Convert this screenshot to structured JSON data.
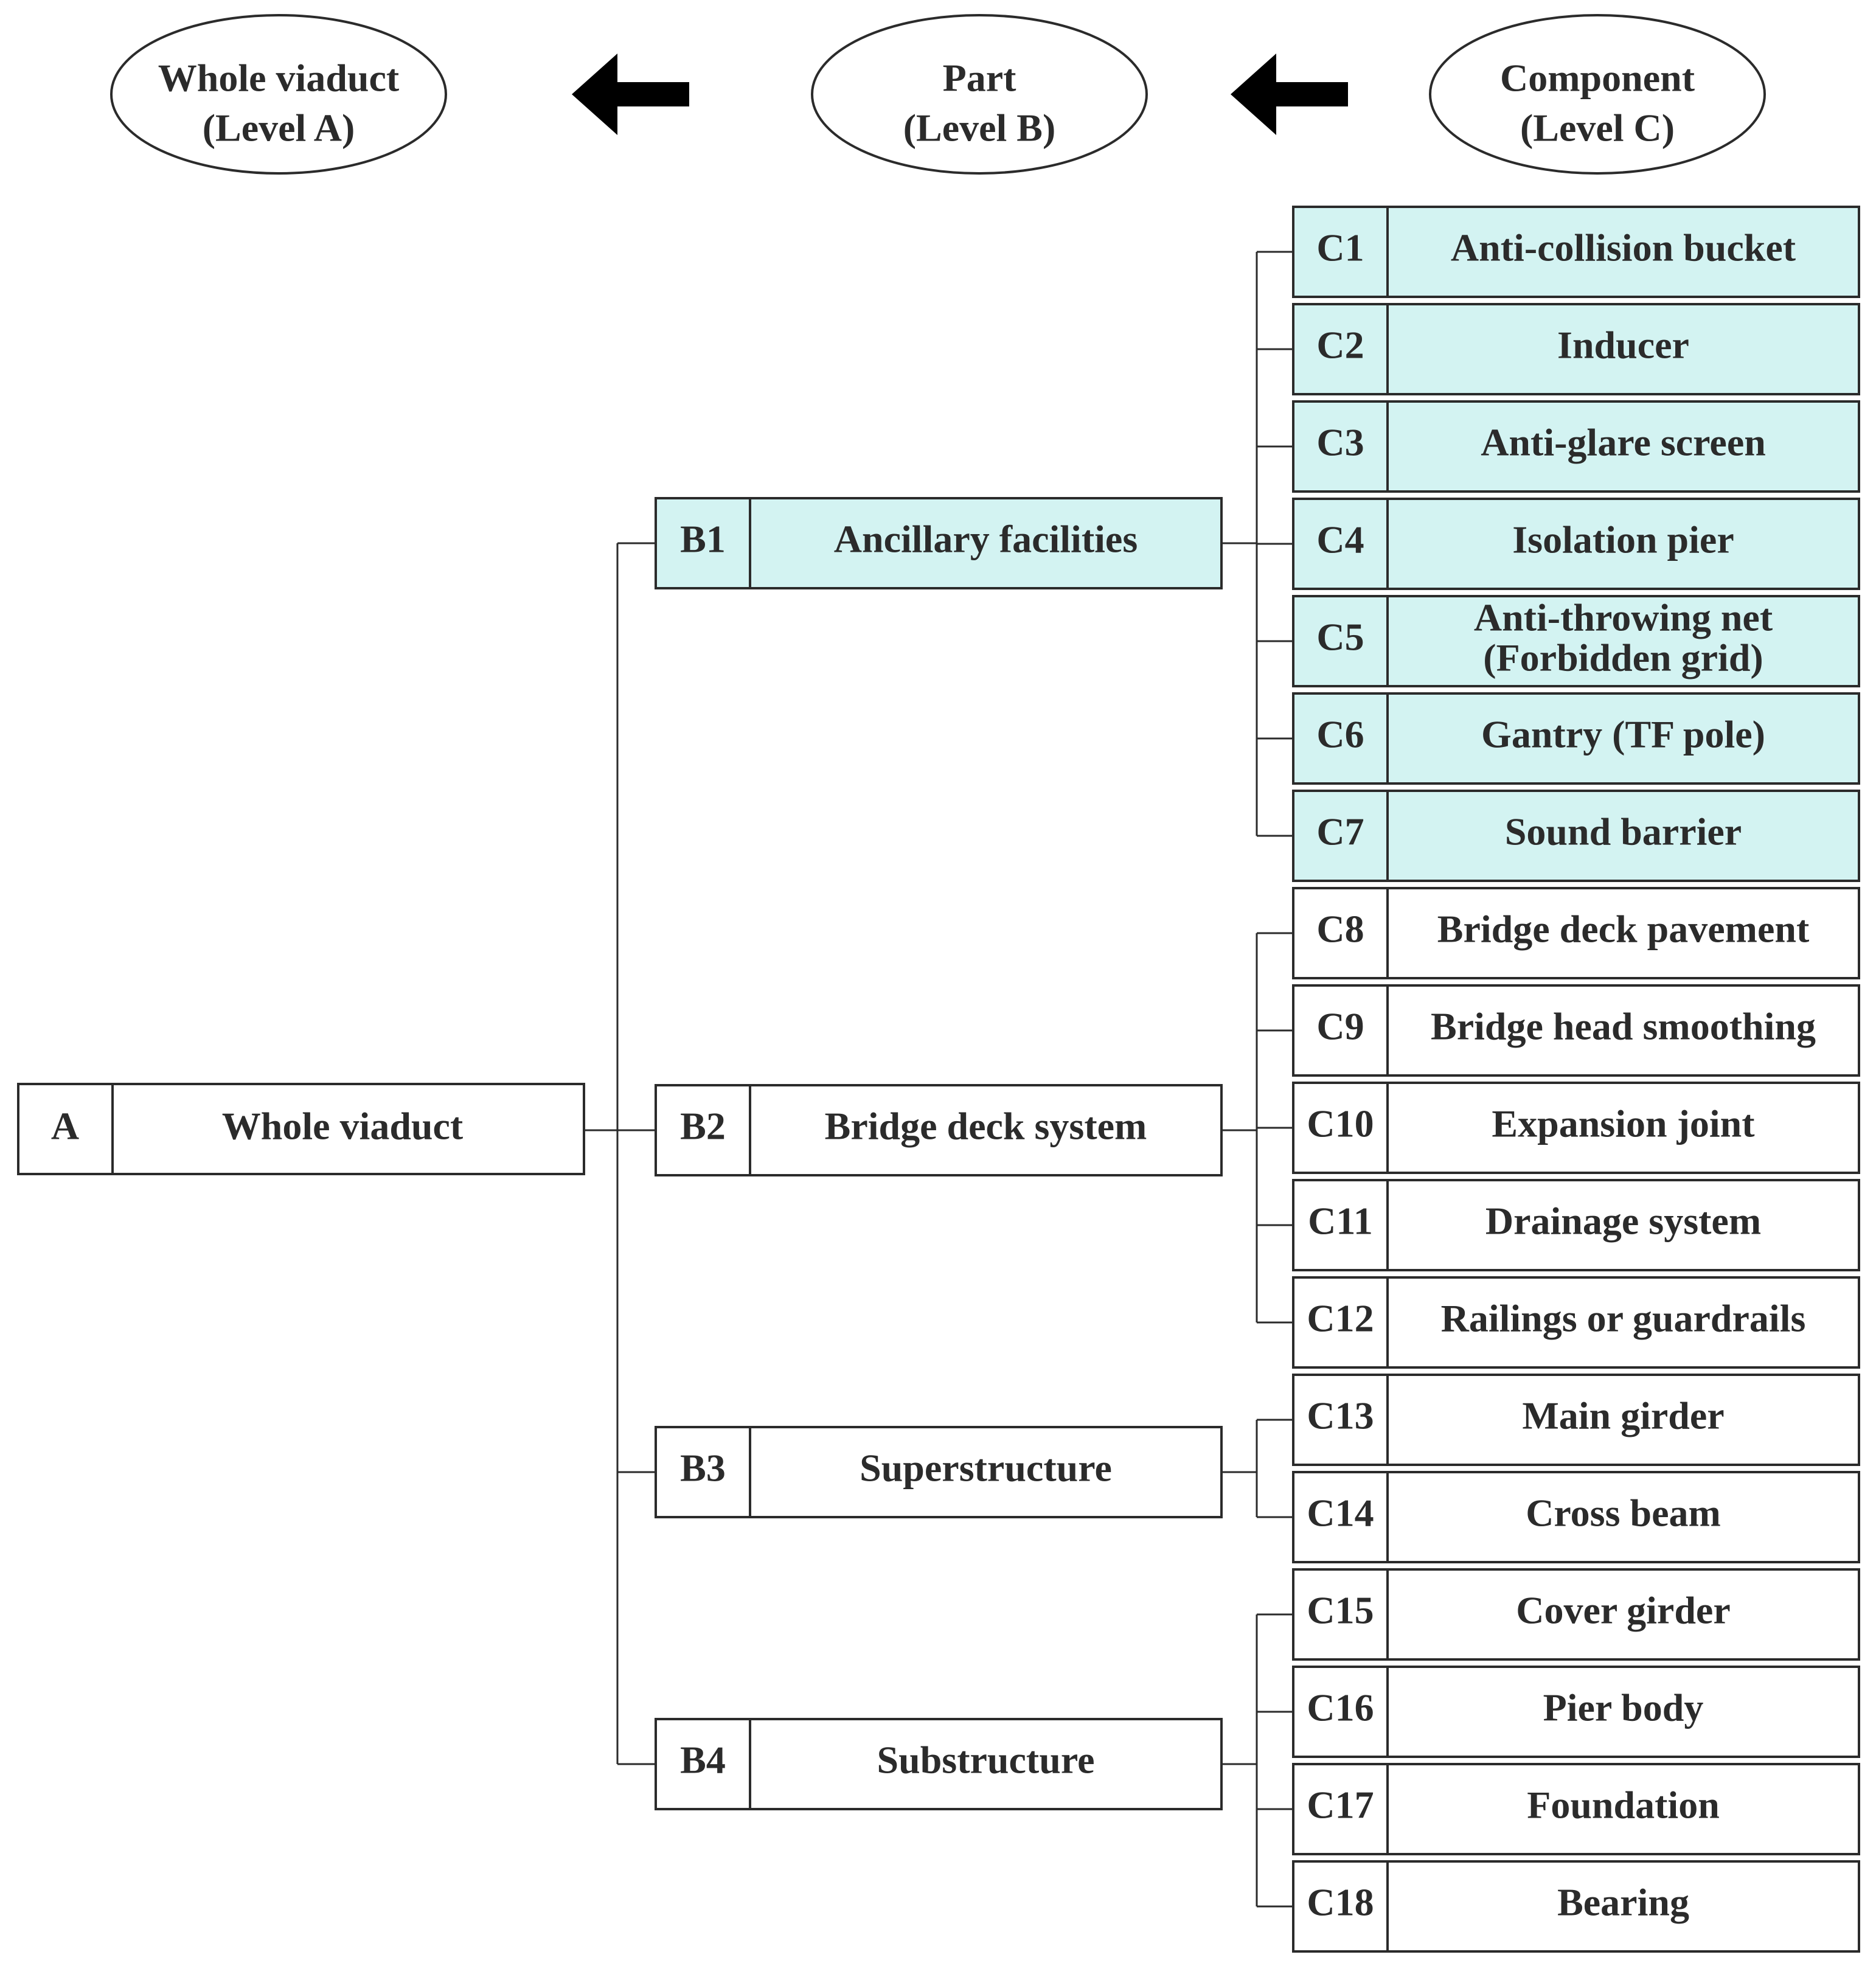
{
  "levels": {
    "a": {
      "line1": "Whole viaduct",
      "line2": "(Level A)"
    },
    "b": {
      "line1": "Part",
      "line2": "(Level B)"
    },
    "c": {
      "line1": "Component",
      "line2": "(Level C)"
    }
  },
  "root": {
    "code": "A",
    "label": "Whole viaduct"
  },
  "parts": [
    {
      "code": "B1",
      "label": "Ancillary facilities",
      "highlight": true,
      "components": [
        {
          "code": "C1",
          "label": "Anti-collision bucket"
        },
        {
          "code": "C2",
          "label": "Inducer"
        },
        {
          "code": "C3",
          "label": "Anti-glare screen"
        },
        {
          "code": "C4",
          "label": "Isolation pier"
        },
        {
          "code": "C5",
          "label": "Anti-throwing net",
          "label2": "(Forbidden grid)"
        },
        {
          "code": "C6",
          "label": "Gantry (TF pole)"
        },
        {
          "code": "C7",
          "label": "Sound barrier"
        }
      ]
    },
    {
      "code": "B2",
      "label": "Bridge deck system",
      "highlight": false,
      "components": [
        {
          "code": "C8",
          "label": "Bridge deck pavement"
        },
        {
          "code": "C9",
          "label": "Bridge head smoothing"
        },
        {
          "code": "C10",
          "label": "Expansion joint"
        },
        {
          "code": "C11",
          "label": "Drainage system"
        },
        {
          "code": "C12",
          "label": "Railings or guardrails"
        }
      ]
    },
    {
      "code": "B3",
      "label": "Superstructure",
      "highlight": false,
      "components": [
        {
          "code": "C13",
          "label": "Main girder"
        },
        {
          "code": "C14",
          "label": "Cross beam"
        }
      ]
    },
    {
      "code": "B4",
      "label": "Substructure",
      "highlight": false,
      "components": [
        {
          "code": "C15",
          "label": "Cover girder"
        },
        {
          "code": "C16",
          "label": "Pier body"
        },
        {
          "code": "C17",
          "label": "Foundation"
        },
        {
          "code": "C18",
          "label": "Bearing"
        }
      ]
    }
  ],
  "colors": {
    "highlight": "#d3f3f2",
    "stroke": "#2b2b2b",
    "text": "#2b2b2b",
    "arrow": "#000000"
  }
}
